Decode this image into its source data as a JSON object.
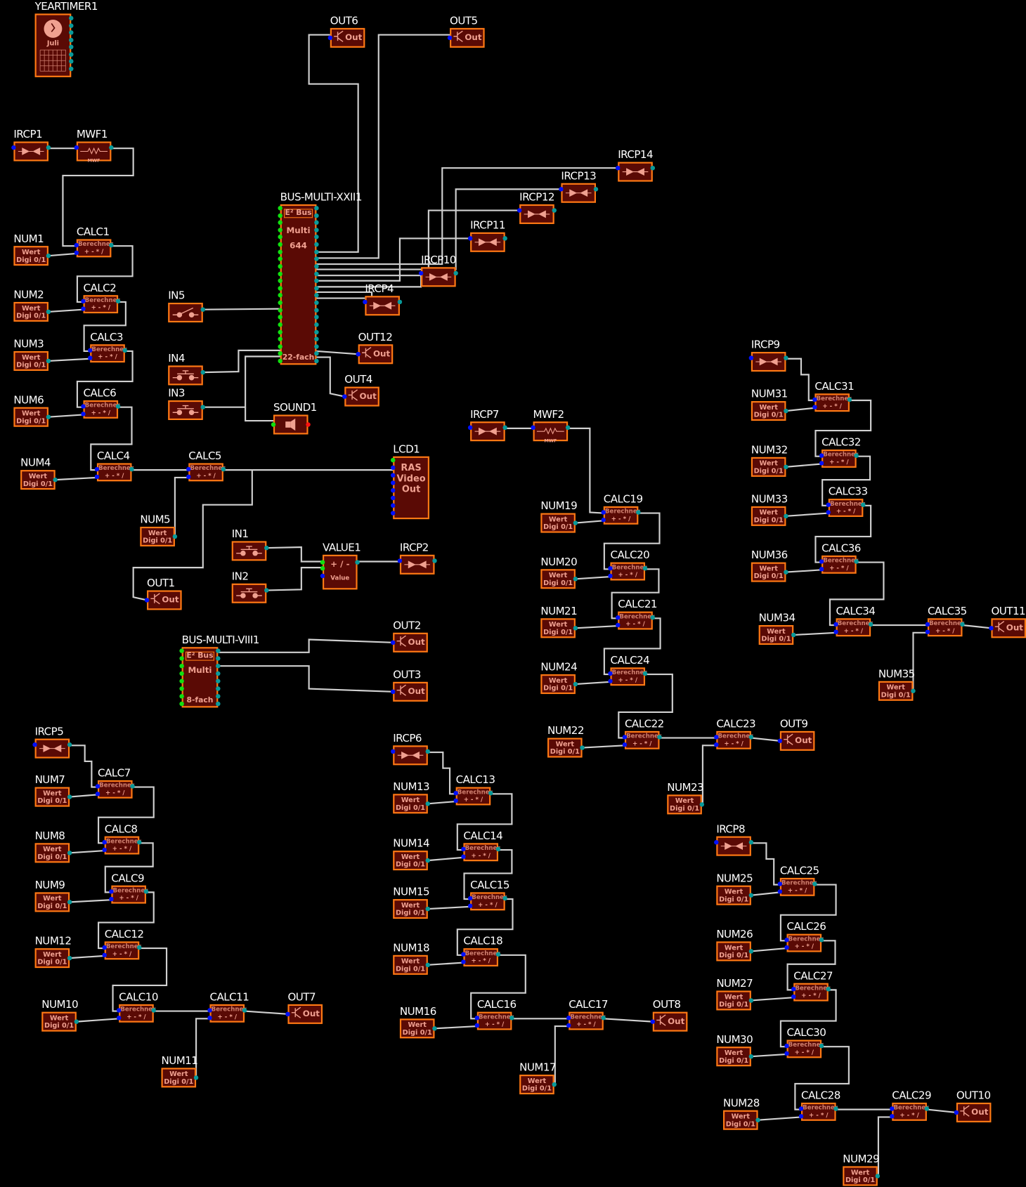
{
  "texts": {
    "num": [
      "Wert",
      "Digi 0/1"
    ],
    "calc": [
      "Berechner",
      "+ - * /"
    ],
    "out": "Out",
    "mwf": "MWF",
    "yeartimer": "Juli",
    "bus22": [
      "E² Bus",
      "Multi",
      "644",
      "22-fach"
    ],
    "bus8": [
      "E² Bus",
      "Multi",
      "8-fach"
    ],
    "lcd": [
      "RAS",
      "Video",
      "Out"
    ],
    "value": [
      "+ / -",
      "Value"
    ]
  },
  "blocks": [
    {
      "id": "YEARTIMER1",
      "type": "yeartimer"
    },
    {
      "id": "IRCP1",
      "type": "ircp"
    },
    {
      "id": "MWF1",
      "type": "mwf"
    },
    {
      "id": "NUM1",
      "type": "num"
    },
    {
      "id": "CALC1",
      "type": "calc"
    },
    {
      "id": "NUM2",
      "type": "num"
    },
    {
      "id": "CALC2",
      "type": "calc"
    },
    {
      "id": "NUM3",
      "type": "num"
    },
    {
      "id": "CALC3",
      "type": "calc"
    },
    {
      "id": "NUM6",
      "type": "num"
    },
    {
      "id": "CALC6",
      "type": "calc"
    },
    {
      "id": "NUM4",
      "type": "num"
    },
    {
      "id": "CALC4",
      "type": "calc"
    },
    {
      "id": "CALC5",
      "type": "calc"
    },
    {
      "id": "NUM5",
      "type": "num"
    },
    {
      "id": "OUT1",
      "type": "out"
    },
    {
      "id": "IN5",
      "type": "switch"
    },
    {
      "id": "IN4",
      "type": "button"
    },
    {
      "id": "IN3",
      "type": "button"
    },
    {
      "id": "BUS-MULTI-XXII1",
      "type": "bus22"
    },
    {
      "id": "OUT12",
      "type": "out"
    },
    {
      "id": "OUT4",
      "type": "out"
    },
    {
      "id": "SOUND1",
      "type": "sound"
    },
    {
      "id": "OUT6",
      "type": "out"
    },
    {
      "id": "OUT5",
      "type": "out"
    },
    {
      "id": "IRCP14",
      "type": "ircp"
    },
    {
      "id": "IRCP13",
      "type": "ircp"
    },
    {
      "id": "IRCP12",
      "type": "ircp"
    },
    {
      "id": "IRCP11",
      "type": "ircp"
    },
    {
      "id": "IRCP10",
      "type": "ircp"
    },
    {
      "id": "IRCP4",
      "type": "ircp"
    },
    {
      "id": "LCD1",
      "type": "lcd"
    },
    {
      "id": "IN1",
      "type": "button"
    },
    {
      "id": "IN2",
      "type": "button"
    },
    {
      "id": "VALUE1",
      "type": "value"
    },
    {
      "id": "IRCP2",
      "type": "ircp"
    },
    {
      "id": "BUS-MULTI-VIII1",
      "type": "bus8"
    },
    {
      "id": "OUT2",
      "type": "out"
    },
    {
      "id": "OUT3",
      "type": "out"
    },
    {
      "id": "IRCP5",
      "type": "ircp"
    },
    {
      "id": "NUM7",
      "type": "num"
    },
    {
      "id": "CALC7",
      "type": "calc"
    },
    {
      "id": "NUM8",
      "type": "num"
    },
    {
      "id": "CALC8",
      "type": "calc"
    },
    {
      "id": "NUM9",
      "type": "num"
    },
    {
      "id": "CALC9",
      "type": "calc"
    },
    {
      "id": "NUM12",
      "type": "num"
    },
    {
      "id": "CALC12",
      "type": "calc"
    },
    {
      "id": "NUM10",
      "type": "num"
    },
    {
      "id": "CALC10",
      "type": "calc"
    },
    {
      "id": "CALC11",
      "type": "calc"
    },
    {
      "id": "OUT7",
      "type": "out"
    },
    {
      "id": "NUM11",
      "type": "num"
    },
    {
      "id": "IRCP6",
      "type": "ircp"
    },
    {
      "id": "NUM13",
      "type": "num"
    },
    {
      "id": "CALC13",
      "type": "calc"
    },
    {
      "id": "NUM14",
      "type": "num"
    },
    {
      "id": "CALC14",
      "type": "calc"
    },
    {
      "id": "NUM15",
      "type": "num"
    },
    {
      "id": "CALC15",
      "type": "calc"
    },
    {
      "id": "NUM18",
      "type": "num"
    },
    {
      "id": "CALC18",
      "type": "calc"
    },
    {
      "id": "NUM16",
      "type": "num"
    },
    {
      "id": "CALC16",
      "type": "calc"
    },
    {
      "id": "CALC17",
      "type": "calc"
    },
    {
      "id": "OUT8",
      "type": "out"
    },
    {
      "id": "NUM17",
      "type": "num"
    },
    {
      "id": "IRCP7",
      "type": "ircp"
    },
    {
      "id": "MWF2",
      "type": "mwf"
    },
    {
      "id": "NUM19",
      "type": "num"
    },
    {
      "id": "CALC19",
      "type": "calc"
    },
    {
      "id": "NUM20",
      "type": "num"
    },
    {
      "id": "CALC20",
      "type": "calc"
    },
    {
      "id": "NUM21",
      "type": "num"
    },
    {
      "id": "CALC21",
      "type": "calc"
    },
    {
      "id": "NUM24",
      "type": "num"
    },
    {
      "id": "CALC24",
      "type": "calc"
    },
    {
      "id": "NUM22",
      "type": "num"
    },
    {
      "id": "CALC22",
      "type": "calc"
    },
    {
      "id": "CALC23",
      "type": "calc"
    },
    {
      "id": "OUT9",
      "type": "out"
    },
    {
      "id": "NUM23",
      "type": "num"
    },
    {
      "id": "IRCP9",
      "type": "ircp"
    },
    {
      "id": "NUM31",
      "type": "num"
    },
    {
      "id": "CALC31",
      "type": "calc"
    },
    {
      "id": "NUM32",
      "type": "num"
    },
    {
      "id": "CALC32",
      "type": "calc"
    },
    {
      "id": "NUM33",
      "type": "num"
    },
    {
      "id": "CALC33",
      "type": "calc"
    },
    {
      "id": "NUM36",
      "type": "num"
    },
    {
      "id": "CALC36",
      "type": "calc"
    },
    {
      "id": "NUM34",
      "type": "num"
    },
    {
      "id": "CALC34",
      "type": "calc"
    },
    {
      "id": "CALC35",
      "type": "calc"
    },
    {
      "id": "OUT11",
      "type": "out"
    },
    {
      "id": "NUM35",
      "type": "num"
    },
    {
      "id": "IRCP8",
      "type": "ircp"
    },
    {
      "id": "NUM25",
      "type": "num"
    },
    {
      "id": "CALC25",
      "type": "calc"
    },
    {
      "id": "NUM26",
      "type": "num"
    },
    {
      "id": "CALC26",
      "type": "calc"
    },
    {
      "id": "NUM27",
      "type": "num"
    },
    {
      "id": "CALC27",
      "type": "calc"
    },
    {
      "id": "NUM30",
      "type": "num"
    },
    {
      "id": "CALC30",
      "type": "calc"
    },
    {
      "id": "NUM28",
      "type": "num"
    },
    {
      "id": "CALC28",
      "type": "calc"
    },
    {
      "id": "CALC29",
      "type": "calc"
    },
    {
      "id": "OUT10",
      "type": "out"
    },
    {
      "id": "NUM29",
      "type": "num"
    }
  ],
  "colors": {
    "block_fill": "#5a0a05",
    "block_border": "#ff7a14",
    "wire": "#d0d0d0",
    "input_port": "#0010ff",
    "output_port": "#089a9a",
    "bus_port": "#10e010"
  }
}
